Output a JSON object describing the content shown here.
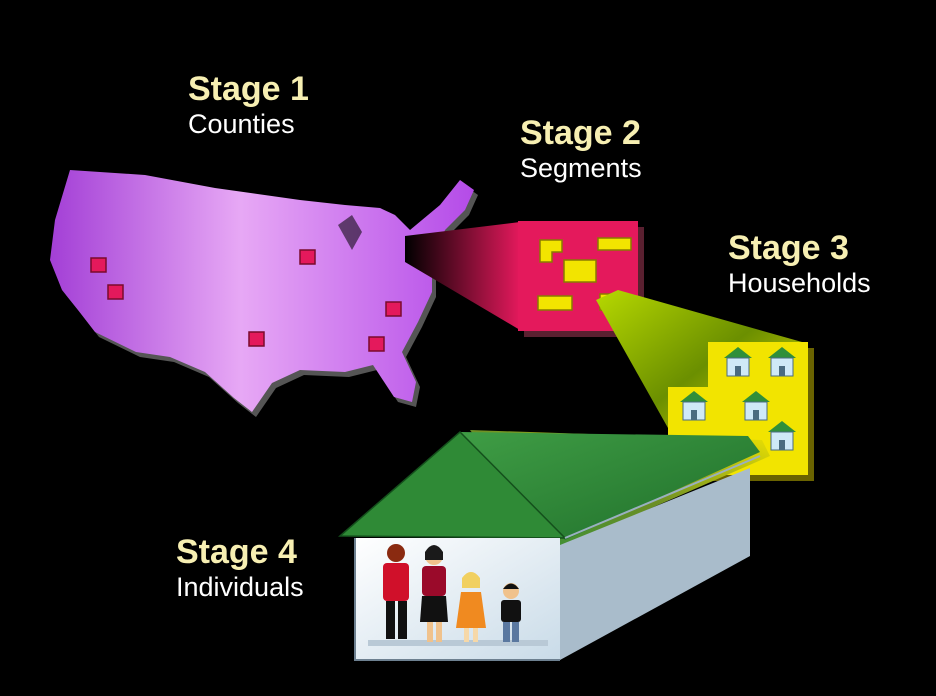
{
  "stages": [
    {
      "title": "Stage 1",
      "subtitle": "Counties"
    },
    {
      "title": "Stage 2",
      "subtitle": "Segments"
    },
    {
      "title": "Stage 3",
      "subtitle": "Households"
    },
    {
      "title": "Stage 4",
      "subtitle": "Individuals"
    }
  ],
  "colors": {
    "background": "#000000",
    "stage_title": "#f7efb2",
    "stage_subtitle": "#ffffff",
    "map": "#c55af0",
    "county_marker": "#e4195c",
    "segment_panel": "#e4195c",
    "segment_block": "#f2e400",
    "household_panel": "#f2e400",
    "house_roof": "#2f8f3a",
    "house_wall": "#cfe9f7"
  },
  "icons": [
    "usa-map",
    "county-marker",
    "segment-block",
    "house-icon",
    "person-icon"
  ]
}
